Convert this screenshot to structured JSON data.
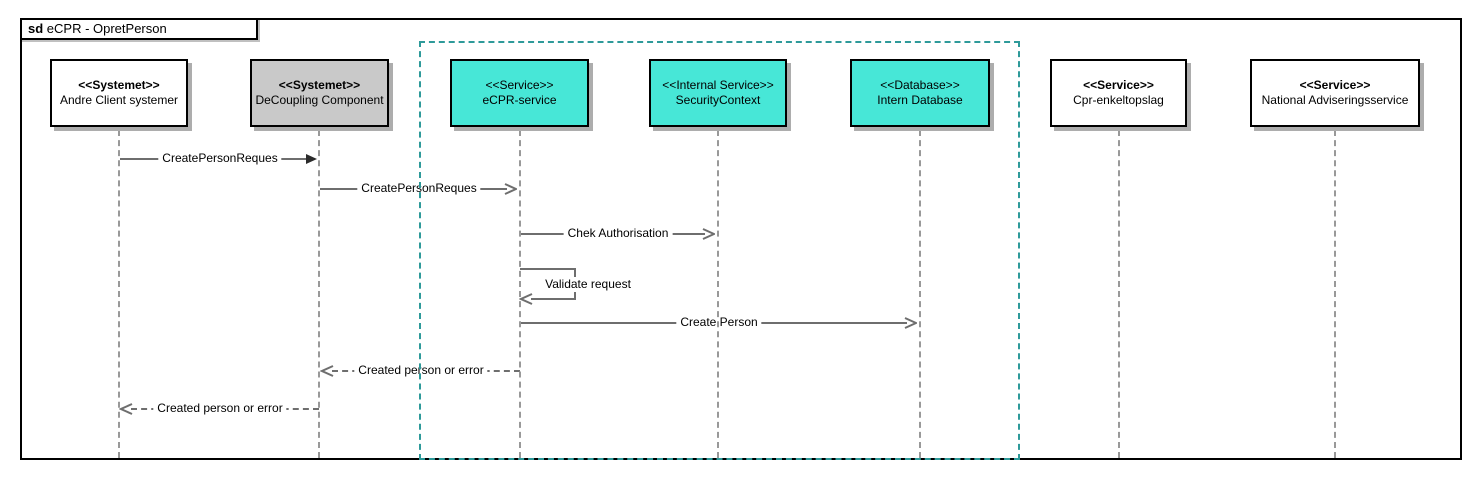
{
  "diagram": {
    "frame_keyword": "sd",
    "frame_title": " eCPR - OpretPerson"
  },
  "colors": {
    "service_fill": "#47E7D7",
    "decoupling_fill": "#C9C9C9",
    "plain_fill": "#FFFFFF",
    "boundary_dash": "#2E9A9A",
    "message_line": "#6E6E6E",
    "lifeline_dash": "#999999"
  },
  "lifelines": [
    {
      "stereotype": "<<Systemet>>",
      "name": "Andre Client systemer"
    },
    {
      "stereotype": "<<Systemet>>",
      "name": "DeCoupling Component"
    },
    {
      "stereotype": "<<Service>>",
      "name": "eCPR-service"
    },
    {
      "stereotype": "<<Internal Service>>",
      "name": "SecurityContext"
    },
    {
      "stereotype": "<<Database>>",
      "name": "Intern Database"
    },
    {
      "stereotype": "<<Service>>",
      "name": "Cpr-enkeltopslag"
    },
    {
      "stereotype": "<<Service>>",
      "name": "National Adviseringsservice"
    }
  ],
  "messages": [
    {
      "label": "CreatePersonReques",
      "from": "Andre Client systemer",
      "to": "DeCoupling Component",
      "line": "solid",
      "arrow": "filled"
    },
    {
      "label": "CreatePersonReques",
      "from": "DeCoupling Component",
      "to": "eCPR-service",
      "line": "solid",
      "arrow": "open"
    },
    {
      "label": "Chek Authorisation",
      "from": "eCPR-service",
      "to": "SecurityContext",
      "line": "solid",
      "arrow": "open"
    },
    {
      "label": "Validate request",
      "from": "eCPR-service",
      "to": "eCPR-service",
      "line": "solid",
      "arrow": "open",
      "self": true
    },
    {
      "label": "Create Person",
      "from": "eCPR-service",
      "to": "Intern Database",
      "line": "solid",
      "arrow": "open"
    },
    {
      "label": "Created person or error",
      "from": "eCPR-service",
      "to": "DeCoupling Component",
      "line": "dashed",
      "arrow": "open"
    },
    {
      "label": "Created person or error",
      "from": "DeCoupling Component",
      "to": "Andre Client systemer",
      "line": "dashed",
      "arrow": "open"
    }
  ]
}
